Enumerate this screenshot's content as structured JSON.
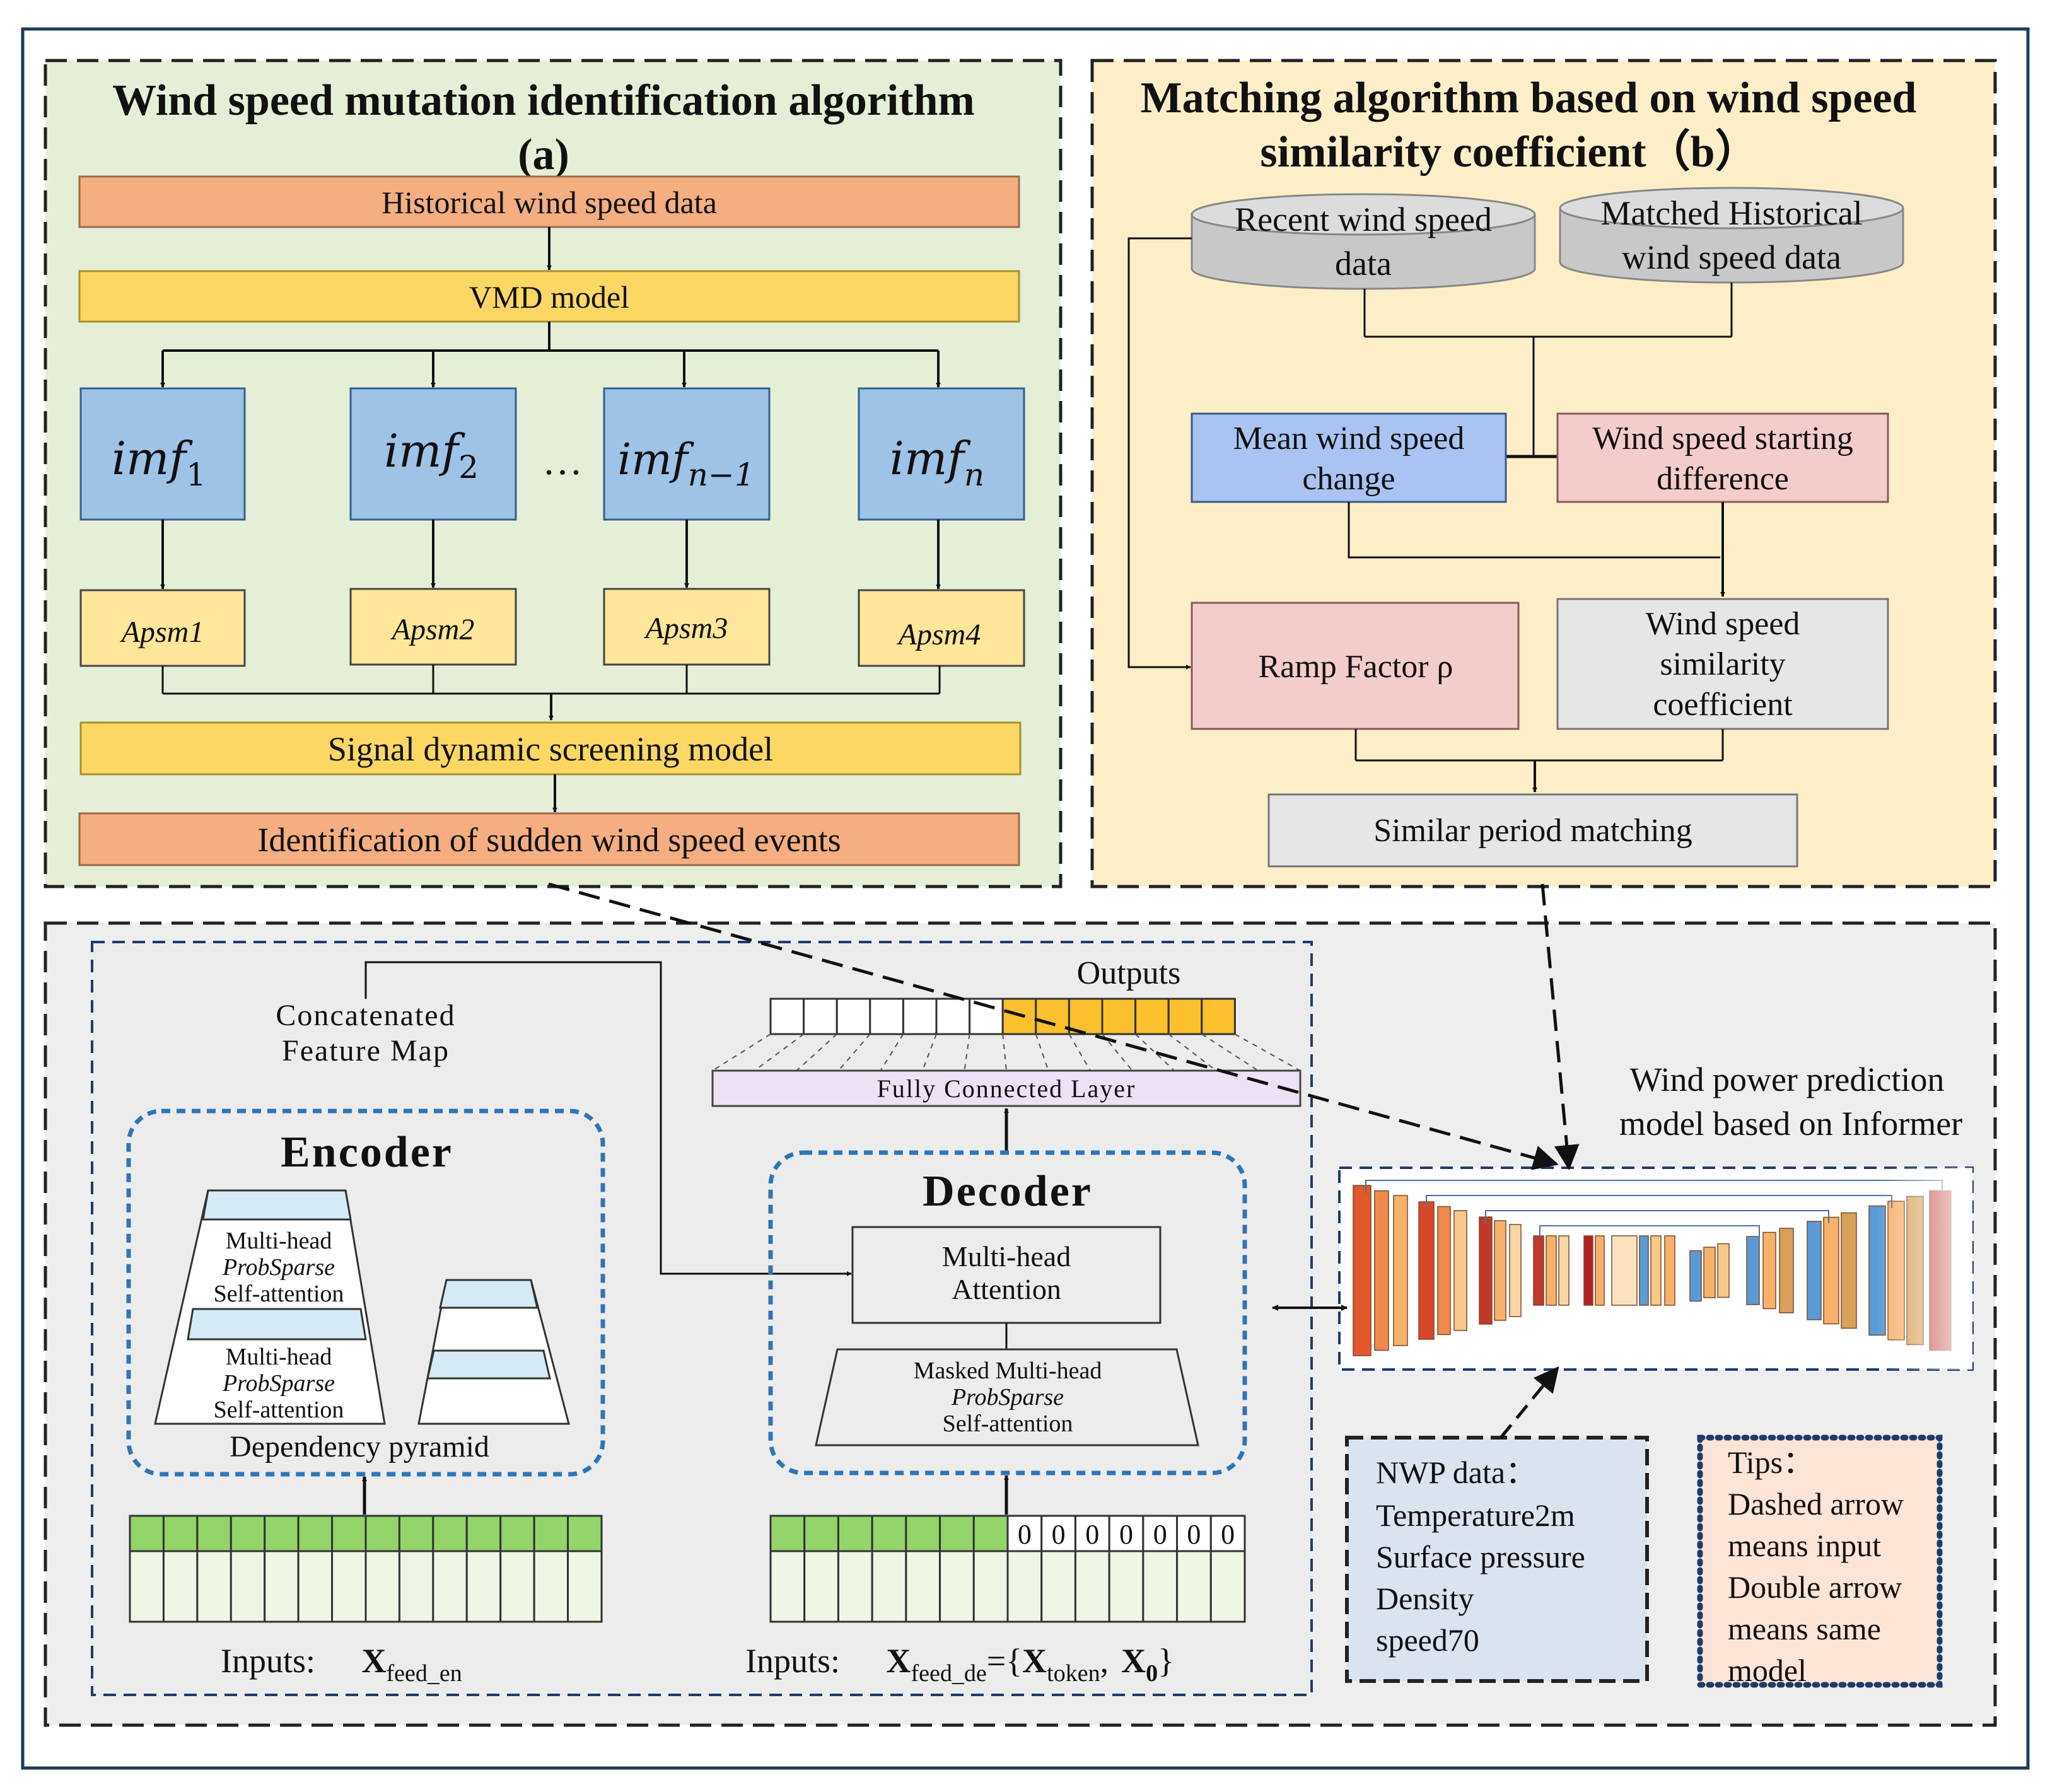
{
  "panel_a": {
    "title_line1": "Wind speed mutation identification algorithm",
    "title_line2": "(a)",
    "historical": "Historical wind speed data",
    "vmd": "VMD model",
    "imf_base": "imf",
    "imf1_sub": "1",
    "imf2_sub": "2",
    "imf3_sub": "n−1",
    "imf4_sub": "n",
    "ellipsis": "…",
    "apsm1": "Apsm1",
    "apsm2": "Apsm2",
    "apsm3": "Apsm3",
    "apsm4": "Apsm4",
    "screening": "Signal dynamic screening model",
    "identification": "Identification of sudden wind speed events"
  },
  "panel_b": {
    "title_line1": "Matching algorithm based on wind speed",
    "title_line2": "similarity coefficient（b）",
    "recent_line1": "Recent wind speed",
    "recent_line2": "data",
    "matched_line1": "Matched Historical",
    "matched_line2": "wind speed data",
    "mean_line1": "Mean wind speed",
    "mean_line2": "change",
    "starting_line1": "Wind speed starting",
    "starting_line2": "difference",
    "ramp": "Ramp Factor ρ",
    "sim_line1": "Wind speed",
    "sim_line2": "similarity",
    "sim_line3": "coefficient",
    "period": "Similar period matching"
  },
  "panel_c": {
    "outputs": "Outputs",
    "fc_layer": "Fully Connected Layer",
    "concat_line1": "Concatenated",
    "concat_line2": "Feature Map",
    "encoder": "Encoder",
    "enc_layer_line1": "Multi-head",
    "enc_layer_line2": "ProbSparse",
    "enc_layer_line3": "Self-attention",
    "dependency": "Dependency pyramid",
    "decoder": "Decoder",
    "mha_line1": "Multi-head",
    "mha_line2": "Attention",
    "masked_line1": "Masked Multi-head",
    "masked_line2": "ProbSparse",
    "masked_line3": "Self-attention",
    "inputs_label": "Inputs:",
    "x_symbol": "X",
    "enc_sub": "feed_en",
    "dec_sub": "feed_de",
    "dec_eq": "={",
    "token_sub": "token",
    "comma": ",",
    "zero_sub": "0",
    "close_brace": "}",
    "zero_cell": "0",
    "model_line1": "Wind power prediction",
    "model_line2": "model based on Informer",
    "nwp_title": "NWP data：",
    "nwp_items": [
      "Temperature2m",
      "Surface pressure",
      "Density",
      "speed70"
    ],
    "tips_title": "Tips：",
    "tips_lines": [
      "Dashed arrow",
      "means input",
      "Double arrow",
      "means same",
      "model"
    ]
  },
  "colors": {
    "panel_a_bg": "#e5efd8",
    "panel_b_bg": "#fcefc7",
    "panel_c_bg": "#eeeeee",
    "salmon": "#f4ae82",
    "yellow": "#fdd764",
    "blue": "#9dc3e6",
    "light_yellow": "#ffe699",
    "cylinder": "#c8c8c8",
    "mean_blue": "#a9c4f2",
    "pink": "#f4cccc",
    "gray_box": "#e7e6e6",
    "output_gold": "#fbc02d",
    "input_green": "#93d46b",
    "input_cell": "#eef7e6",
    "fc_purple": "#ece2f4",
    "dotted_blue": "#2e75b6",
    "nwp_bg": "#dbe3ef",
    "tips_bg": "#fce4d6"
  }
}
